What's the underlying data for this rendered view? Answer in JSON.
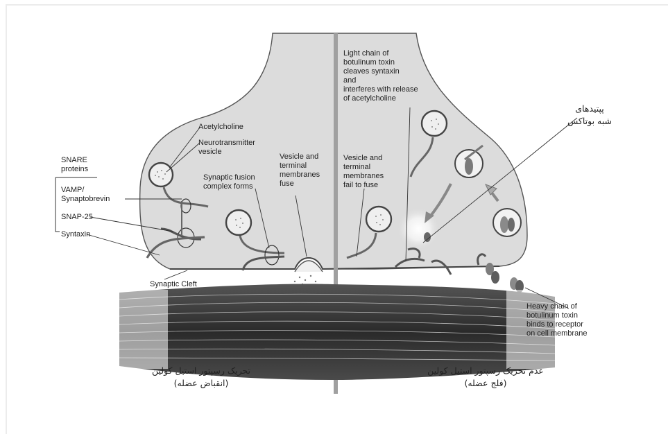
{
  "labels": {
    "acetylcholine": "Acetylcholine",
    "neurotransmitter_vesicle": "Neurotransmitter\nvesicle",
    "snare_proteins": "SNARE\nproteins",
    "vamp": "VAMP/\nSynaptobrevin",
    "snap25": "SNAP-25",
    "syntaxin": "Syntaxin",
    "synaptic_fusion": "Synaptic fusion\ncomplex forms",
    "vesicle_fuse": "Vesicle and\nterminal\nmembranes\nfuse",
    "vesicle_fail": "Vesicle and\nterminal\nmembranes\nfail to fuse",
    "light_chain": "Light chain of\nbotulinum toxin\ncleaves syntaxin\nand\ninterferes with release\nof acetylcholine",
    "synaptic_cleft": "Synaptic Cleft",
    "heavy_chain": "Heavy chain of\nbotulinum toxin\nbinds to receptor\non cell membrane"
  },
  "persian": {
    "peptides": "پپتیدهای\nشبه بوتاکس",
    "left_caption": "تحریک رسپتور استیل کولین\n(انقباض عضله)",
    "right_caption": "عدم تحریک رسپتور استیل کولین\n(فلج عضله)"
  }
}
